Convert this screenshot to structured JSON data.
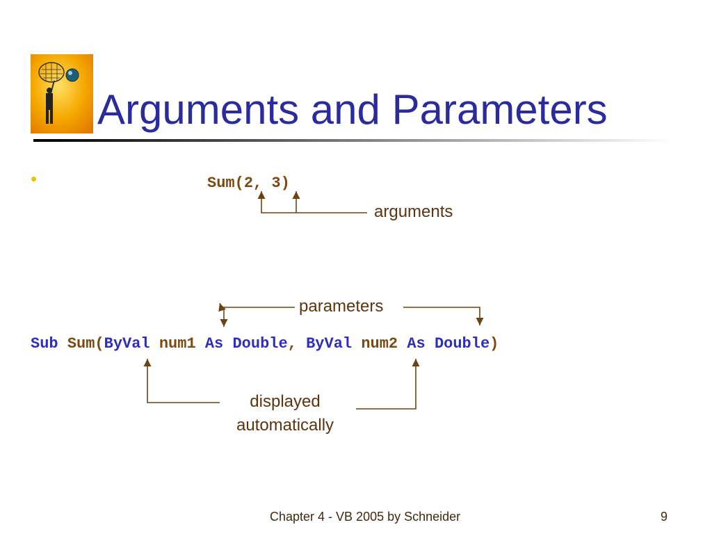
{
  "slide": {
    "title": "Arguments and Parameters",
    "call_code": {
      "name": "Sum(",
      "arg1": "2",
      "sep": ", ",
      "arg2": "3",
      "close": ")"
    },
    "signature_code": {
      "kw_sub": "Sub",
      "name": "Sum(",
      "kw_byval1": "ByVal",
      "param1": "num1",
      "kw_as1": "As",
      "type1": "Double",
      "comma": ",",
      "kw_byval2": "ByVal",
      "param2": "num2",
      "kw_as2": "As",
      "type2": "Double",
      "close": ")"
    },
    "annotations": {
      "arguments": "arguments",
      "parameters": "parameters",
      "displayed_line1": "displayed",
      "displayed_line2": "automatically"
    }
  },
  "footer": {
    "text": "Chapter 4 - VB 2005 by Schneider",
    "page_number": "9"
  },
  "colors": {
    "title": "#2B2B9C",
    "keyword": "#2E2EB8",
    "code_text": "#7A4A12",
    "annotation": "#5A3510",
    "bullet": "#E6C200",
    "arrow": "#6B4414",
    "footer": "#3D2A10",
    "logo_background": "#F2A100"
  }
}
